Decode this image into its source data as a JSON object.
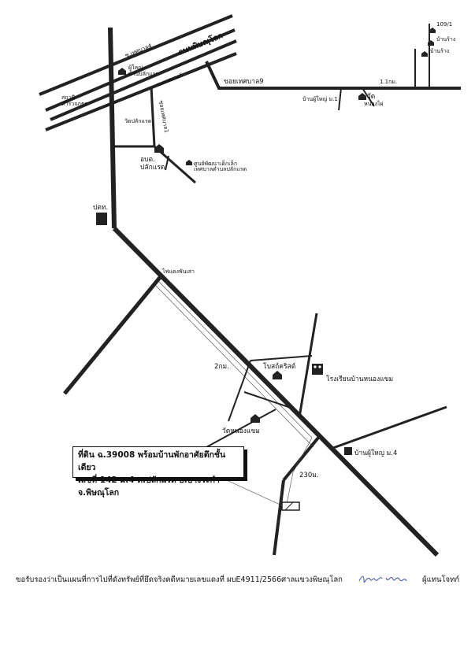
{
  "map": {
    "labels": {
      "soi_tesaban4": "ซ.เทศบาล4",
      "main_road": "ถนนพิษณุโลก",
      "moo_house1": "ผู้ใหญ่",
      "moo_house1_sub": "บ้านปลักแรด",
      "soi_tesaban5": "ซ.เทศบาล5",
      "left_building": "สถานี",
      "left_building_sub": "ตำรวจภูธร",
      "soi_tesaban1": "ซอยเทศบาล1",
      "wat_plakraed": "วัดปลักแรด",
      "obt_line1": "อบต.",
      "obt_line2": "ปลักแรด",
      "child_center": "ศูนย์พัฒนาเด็กเล็ก",
      "child_center_sub": "เทศบาลตำบลปลักแรด",
      "soi_tesaban9": "ขอยเทศบาล9",
      "house_109": "109/1",
      "shop1": "บ้านร้าง",
      "shop2": "บ้านร้าง",
      "dist_1_1": "1.1กม.",
      "headman_moo1": "บ้านผู้ใหญ่ ม.1",
      "wat_nongphai": "วัด",
      "wat_nongphai2": "หนองไผ่",
      "post_office": "ปตท.",
      "traffic_light": "ไฟแดงพันเสา",
      "dist_2km": "2กม.",
      "church": "โบสถ์คริสต์",
      "school": "โรงเรียนบ้านหนองแขม",
      "wat_nongkhaem": "วัดหนองแขม",
      "headman_moo4": "บ้านผู้ใหญ่ ม.4",
      "dist_230": "230ม."
    }
  },
  "infobox": {
    "line1": "ที่ดิน ฉ.39008 พร้อมบ้านพักอาศัยตึกชั้นเดียว",
    "line2": "เลขที่ 142 ม.4 ต.ปลักแรด อ.บางระกำ จ.พิษณุโลก"
  },
  "footer": {
    "certification": "ขอรับรองว่าเป็นแผนที่การไปที่ดังทรัพย์ที่ยึดจริงคดีหมายเลขแดงที่ ผบE4911/2566ศาลแขวงพิษณุโลก",
    "role": "ผู้แทนโจทก์"
  },
  "colors": {
    "road": "#222222",
    "signature": "#4a5fa8"
  }
}
